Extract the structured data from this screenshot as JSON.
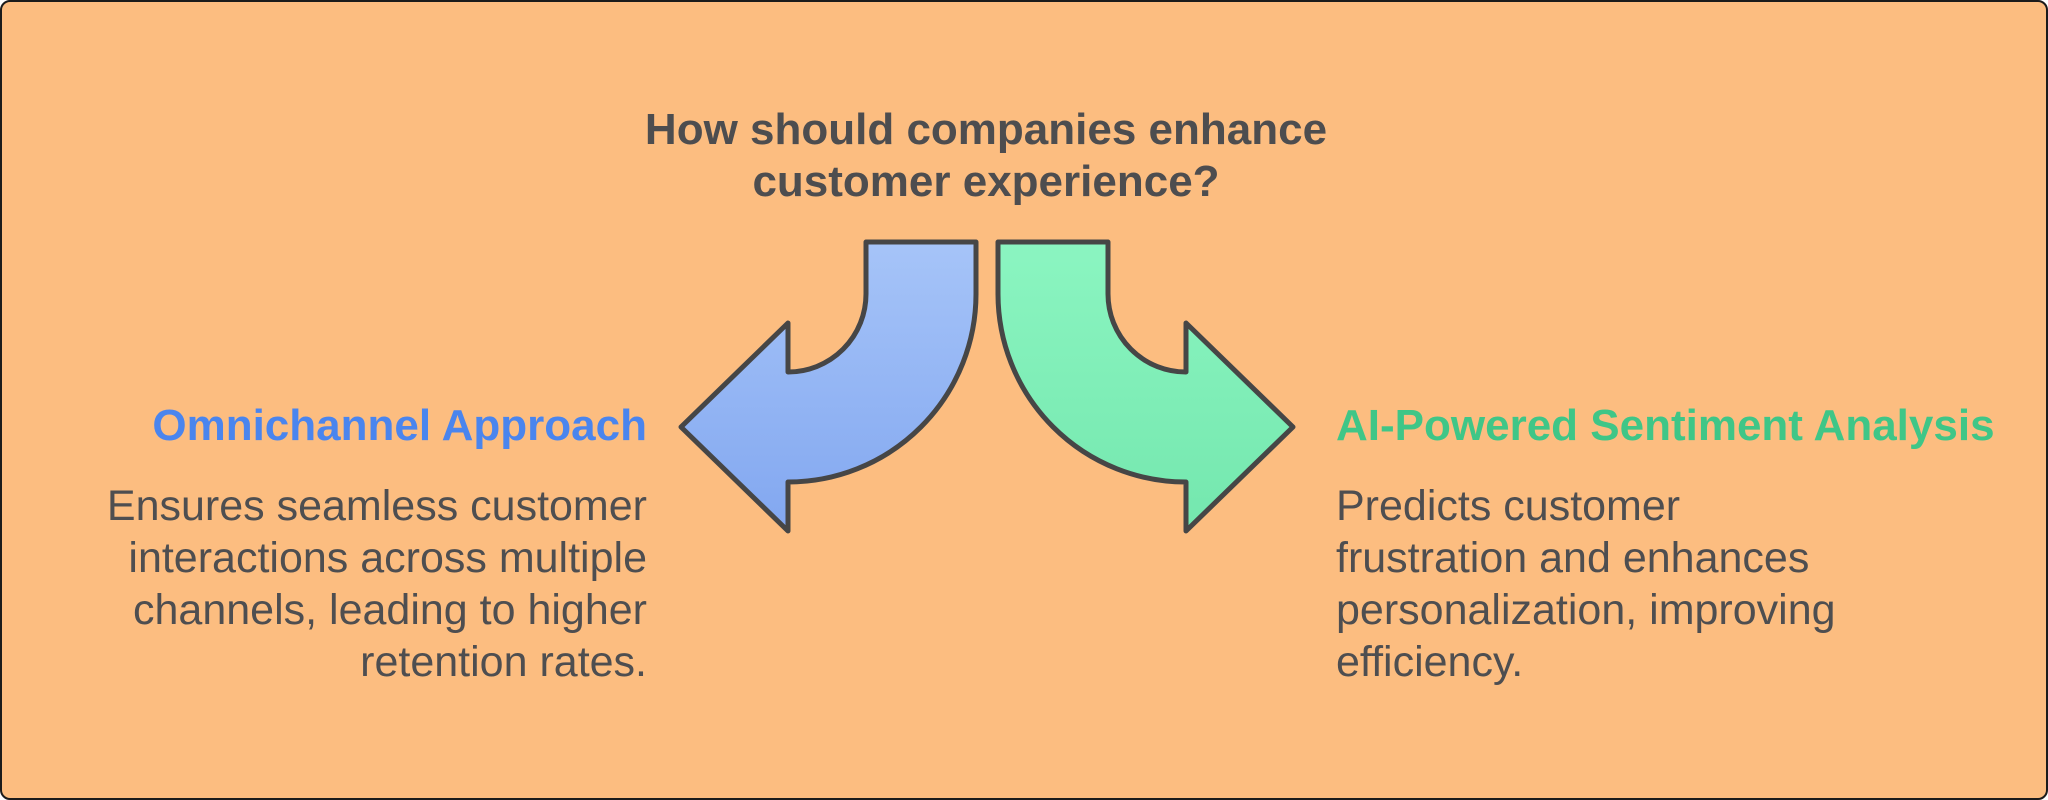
{
  "canvas": {
    "background_color": "#fcbd80",
    "border_color": "#1b1b1b"
  },
  "title": {
    "text": "How should companies enhance\ncustomer experience?",
    "color": "#4d4d4f"
  },
  "branches": {
    "left": {
      "heading": "Omnichannel Approach",
      "heading_color": "#4a85ee",
      "body": "Ensures seamless customer\ninteractions across multiple\nchannels, leading to higher\nretention rates.",
      "body_color": "#4e4e50",
      "arrow": {
        "icon": "curved-arrow-down-left-icon",
        "fill_top": "#a6c4f8",
        "fill_bottom": "#82a7f0",
        "stroke": "#464646"
      }
    },
    "right": {
      "heading": "AI-Powered Sentiment Analysis",
      "heading_color": "#3fc687",
      "body": "Predicts customer\nfrustration and enhances\npersonalization, improving\nefficiency.",
      "body_color": "#4e4e50",
      "arrow": {
        "icon": "curved-arrow-down-right-icon",
        "fill_top": "#8bf5c1",
        "fill_bottom": "#74e7ae",
        "stroke": "#464646"
      }
    }
  }
}
